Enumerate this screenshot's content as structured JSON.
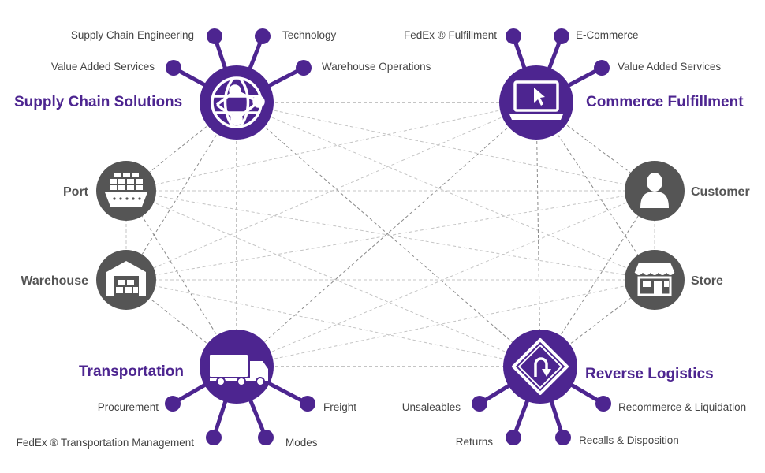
{
  "colors": {
    "hub": "#4d2590",
    "node": "#555555",
    "line": "#8a8a8a",
    "line_light": "#c4c4c4"
  },
  "hubs": [
    {
      "id": "scs",
      "label": "Supply Chain Solutions",
      "icon": "globe-network-icon",
      "satellites": [
        "Supply Chain Engineering",
        "Technology",
        "Value Added Services",
        "Warehouse Operations"
      ]
    },
    {
      "id": "cf",
      "label": "Commerce Fulfillment",
      "icon": "laptop-cursor-icon",
      "satellites": [
        "FedEx ® Fulfillment",
        "E-Commerce",
        "Value Added Services"
      ]
    },
    {
      "id": "tr",
      "label": "Transportation",
      "icon": "truck-icon",
      "satellites": [
        "Procurement",
        "Freight",
        "FedEx ® Transportation Management",
        "Modes"
      ]
    },
    {
      "id": "rl",
      "label": "Reverse Logistics",
      "icon": "u-turn-sign-icon",
      "satellites": [
        "Unsaleables",
        "Recommerce & Liquidation",
        "Returns",
        "Recalls & Disposition"
      ]
    }
  ],
  "nodes": [
    {
      "id": "port",
      "label": "Port",
      "icon": "ship-icon"
    },
    {
      "id": "warehouse",
      "label": "Warehouse",
      "icon": "warehouse-icon"
    },
    {
      "id": "customer",
      "label": "Customer",
      "icon": "person-icon"
    },
    {
      "id": "store",
      "label": "Store",
      "icon": "storefront-icon"
    }
  ]
}
